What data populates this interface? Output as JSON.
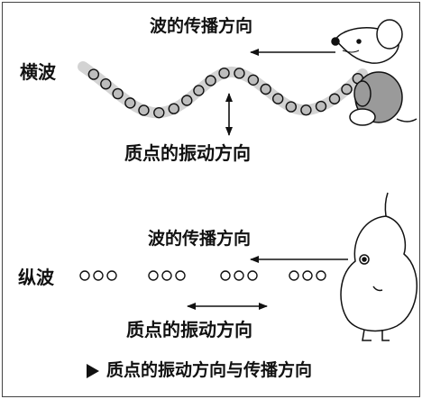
{
  "transverse": {
    "label": "横波",
    "propagation_label": "波的传播方向",
    "vibration_label": "质点的振动方向"
  },
  "longitudinal": {
    "label": "纵波",
    "propagation_label": "波的传播方向",
    "vibration_label": "质点的振动方向"
  },
  "caption": {
    "marker": "▶",
    "text": "质点的振动方向与传播方向"
  },
  "figures": {
    "top": "mouse-figure",
    "bottom": "pear-figure"
  },
  "colors": {
    "ink": "#111111",
    "particle_fill": "#bdbdbd",
    "wave_band": "#d3d3d3",
    "mouse_body": "#9a9a9a"
  }
}
